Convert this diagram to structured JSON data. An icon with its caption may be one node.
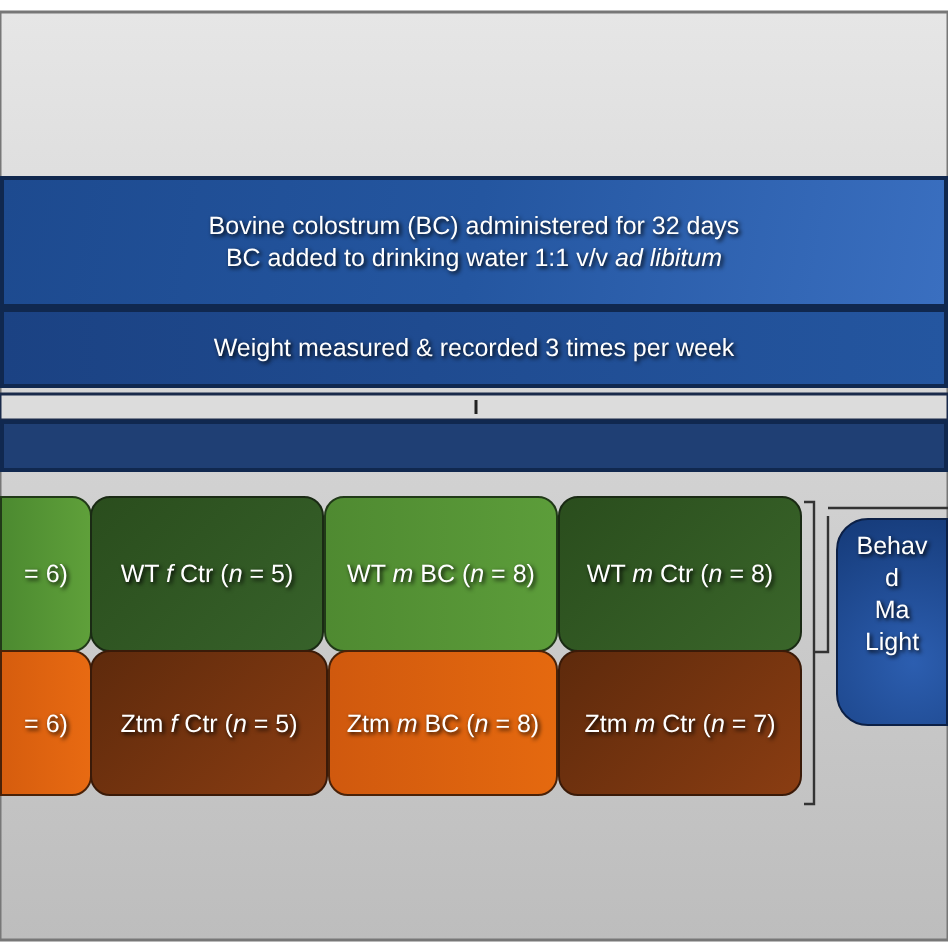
{
  "diagram": {
    "nodes": [
      {
        "text": [
          "Bovine colostrum (BC) administered for 32 days",
          "BC added to drinking water 1:1 v/v *ad libitum*"
        ]
      },
      {
        "text": [
          "Weight measured & recorded 3 times per week"
        ]
      },
      {
        "text": [],
        "shape": "bar"
      },
      {
        "text": [
          "= 6)"
        ]
      },
      {
        "text": [
          "WT *f* Ctr (*n* = 5)"
        ]
      },
      {
        "text": [
          "WT *m* BC (*n* = 8)"
        ]
      },
      {
        "text": [
          "WT *m* Ctr (*n* = 8)"
        ]
      },
      {
        "text": [
          "= 6)"
        ]
      },
      {
        "text": [
          "Ztm *f* Ctr (*n* = 5)"
        ]
      },
      {
        "text": [
          "Ztm *m* BC (*n* = 8)"
        ]
      },
      {
        "text": [
          "Ztm *m* Ctr (*n* = 7)"
        ]
      },
      {
        "text": [
          "Behav",
          "d",
          "Ma",
          "Light"
        ]
      }
    ]
  }
}
